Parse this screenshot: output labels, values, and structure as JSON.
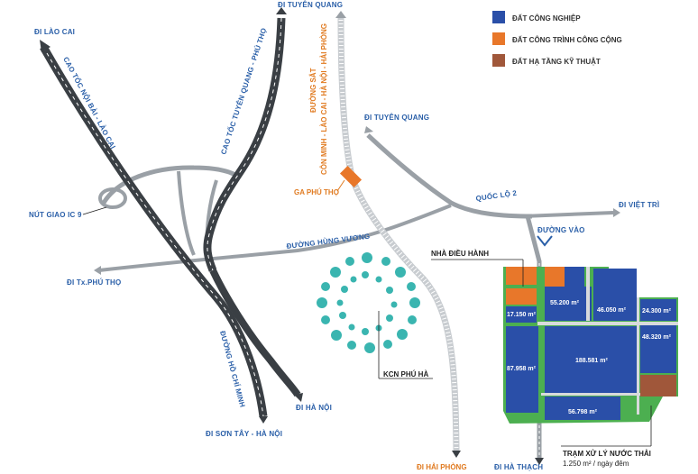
{
  "legend": {
    "items": [
      {
        "label": "ĐẤT CÔNG NGHIỆP",
        "color": "#2a4fa8"
      },
      {
        "label": "ĐẤT CÔNG TRÌNH CÔNG CỘNG",
        "color": "#e8772a"
      },
      {
        "label": "ĐẤT HẠ TẦNG KỸ THUẬT",
        "color": "#a0573a"
      }
    ]
  },
  "labels": {
    "lao_cai": "ĐI LÀO CAI",
    "tuyen_quang_top": "ĐI TUYÊN QUANG",
    "tuyen_quang_mid": "ĐI TUYÊN QUANG",
    "expressway_noi_bai": "CAO TỐC NỘI BÀI - LÀO CAI",
    "expressway_tq_pt": "CAO TỐC TUYÊN QUANG - PHÚ THỌ",
    "railway_line1": "ĐƯỜNG SẮT",
    "railway_line2": "CÔN MINH - LÀO CAI - HÀ NỘI - HẢI PHÒNG",
    "ga_phu_tho": "GA PHÚ THỌ",
    "nut_giao": "NÚT GIAO IC 9",
    "quoc_lo_2": "QUỐC LỘ 2",
    "viet_tri": "ĐI VIỆT TRÌ",
    "duong_vao": "ĐƯỜNG VÀO",
    "hung_vuong": "ĐƯỜNG HÙNG VƯƠNG",
    "tx_phu_tho": "ĐI Tx.PHÚ THỌ",
    "nha_dieu_hanh": "NHÀ ĐIỀU HÀNH",
    "kcn": "KCN PHÚ HÀ",
    "ho_chi_minh": "ĐƯỜNG HỒ CHÍ MINH",
    "ha_noi": "ĐI HÀ NỘI",
    "son_tay": "ĐI SƠN TÂY - HÀ NỘI",
    "hai_phong": "ĐI HẢI PHÒNG",
    "ha_thach": "ĐI HÀ THẠCH",
    "tram_line1": "TRẠM XỬ LÝ NƯỚC THẢI",
    "tram_line2": "1.250 m² / ngày đêm"
  },
  "plots": {
    "p1": "55.200 m²",
    "p2": "17.150 m²",
    "p3": "46.050 m²",
    "p4": "24.300 m²",
    "p5": "188.581 m²",
    "p6": "48.320 m²",
    "p7": "87.958 m²",
    "p8": "56.798 m²"
  }
}
